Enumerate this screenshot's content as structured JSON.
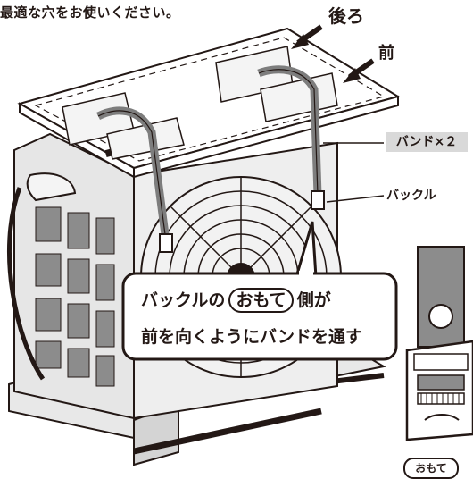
{
  "caption": "最適な穴をお使いください。",
  "labels": {
    "back": "後ろ",
    "front": "前",
    "band": "バンド×２",
    "buckle": "バックル"
  },
  "callout": {
    "line1_pre": "バックルの",
    "line1_pill": "おもて",
    "line1_post": "側が",
    "line2": "前を向くようにバンドを通す"
  },
  "badge": "おもて",
  "colors": {
    "ink": "#231815",
    "band_tag_bg": "#d9d9d9",
    "unit_fill": "#e6e6e6",
    "band": "#7d7d7d"
  }
}
